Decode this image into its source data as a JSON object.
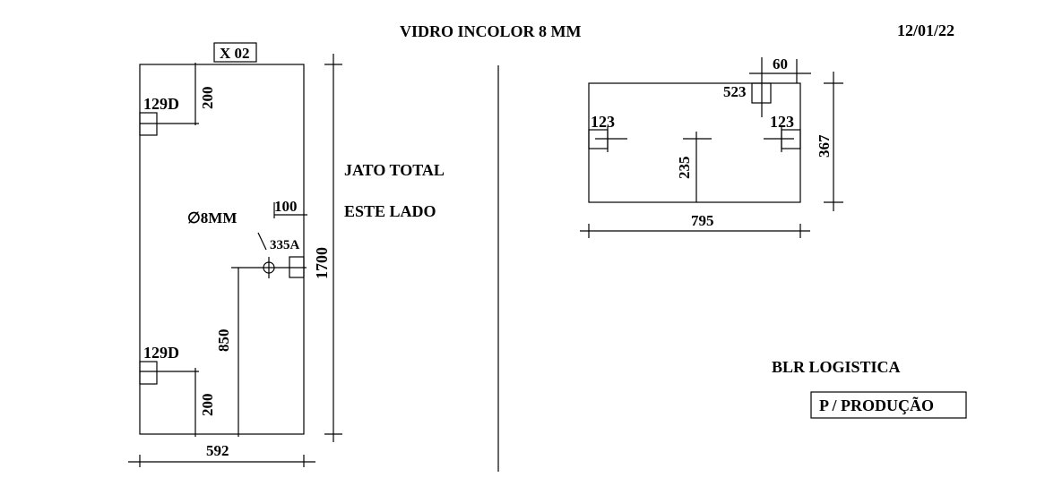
{
  "header": {
    "title": "VIDRO INCOLOR  8 MM",
    "date": "12/01/22"
  },
  "piece_left": {
    "tag": "X 02",
    "width": "592",
    "height": "1700",
    "cut_top_label": "129D",
    "cut_bottom_label": "129D",
    "dim_top_200": "200",
    "dim_bottom_200": "200",
    "dim_850": "850",
    "dim_100": "100",
    "hole_label": "∅8MM",
    "side_cut_label": "335A"
  },
  "notes": {
    "line1": "JATO TOTAL",
    "line2": "ESTE LADO"
  },
  "piece_right": {
    "width": "795",
    "height": "367",
    "dim_60": "60",
    "top_cut_label": "523",
    "left_cut_label": "123",
    "right_cut_label": "123",
    "dim_235": "235"
  },
  "footer": {
    "client": "BLR LOGISTICA",
    "stamp": "P / PRODUÇÃO"
  }
}
